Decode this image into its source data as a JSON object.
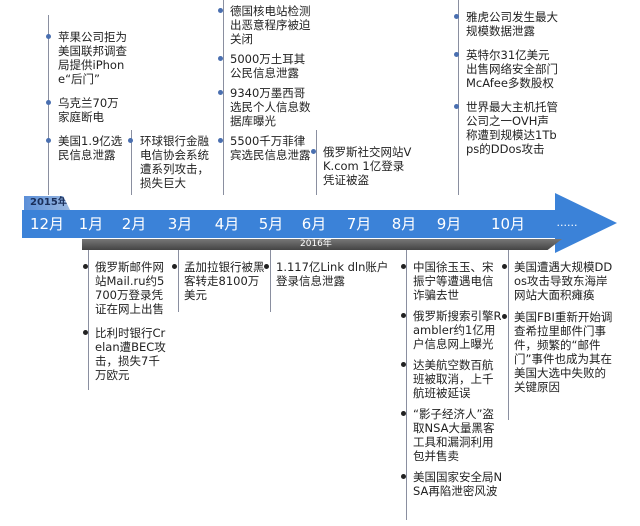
{
  "timeline": {
    "year_start": "2015年",
    "year_main": "2016年",
    "months": [
      "12月",
      "1月",
      "2月",
      "3月",
      "4月",
      "5月",
      "6月",
      "7月",
      "8月",
      "9月",
      "10月",
      "......"
    ],
    "accent_color": "#3b82d8"
  },
  "top_events": {
    "dec": [
      "苹果公司拒为美国联邦调查局提供iPhone“后门”",
      "乌克兰70万家庭断电",
      "美国1.9亿选民信息泄露"
    ],
    "feb": [
      "环球银行金融电信协会系统遭系列攻击，损失巨大"
    ],
    "apr": [
      "德国核电站检测出恶意程序被迫关闭",
      "5000万土耳其公民信息泄露",
      "9340万墨西哥选民个人信息数据库曝光",
      "5500千万菲律宾选民信息泄露"
    ],
    "jun": [
      "俄罗斯社交网站VK.com 1亿登录凭证被盗"
    ],
    "sep": [
      "雅虎公司发生最大规模数据泄露",
      "英特尔31亿美元出售网络安全部门McAfee多数股权",
      "世界最大主机托管公司之一OVH声称遭到规模达1Tbps的DDos攻击"
    ]
  },
  "bottom_events": {
    "jan": [
      "俄罗斯邮件网站Mail.ru约5700万登录凭证在网上出售",
      "比利时银行Crelan遭BEC攻击，损失7千万欧元"
    ],
    "mar": [
      "孟加拉银行被黑客转走8100万美元"
    ],
    "may": [
      "1.117亿Link dln账户登录信息泄露"
    ],
    "aug": [
      "中国徐玉玉、宋振宁等遭遇电信诈骗去世",
      "俄罗斯搜索引擎Rambler约1亿用户信息网上曝光",
      "达美航空数百航班被取消，上千航班被延误",
      "“影子经济人”盗取NSA大量黑客工具和漏洞利用包并售卖",
      "美国国家安全局NSA再陷泄密风波"
    ],
    "oct": [
      "美国遭遇大规模DDos攻击导致东海岸网站大面积瘫痪",
      "美国FBI重新开始调查希拉里邮件门事件，频繁的“邮件门”事件也成为其在美国大选中失败的关键原因"
    ]
  }
}
